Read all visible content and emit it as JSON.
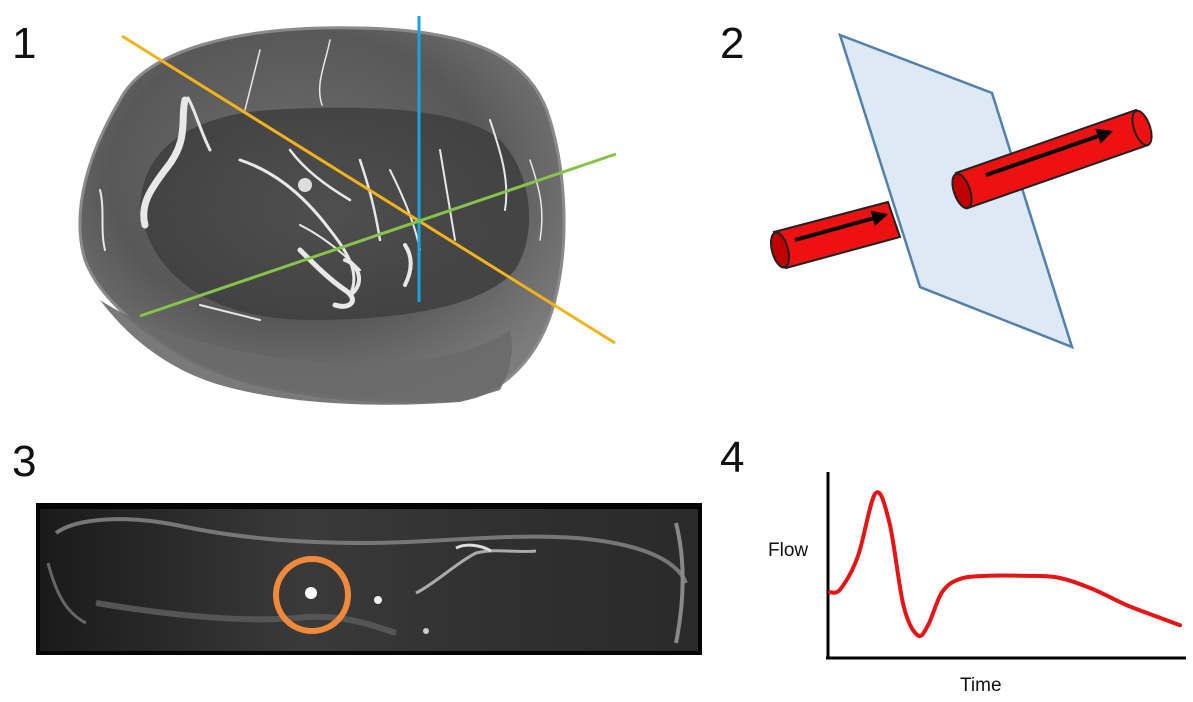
{
  "panels": {
    "p1": {
      "number": "1"
    },
    "p2": {
      "number": "2"
    },
    "p3": {
      "number": "3"
    },
    "p4": {
      "number": "4"
    }
  },
  "colors": {
    "orange_line": "#f5b21a",
    "blue_line": "#1aa3dc",
    "green_line": "#86c34a",
    "vessel_red": "#ee1111",
    "plane_fill": "#dce8f5",
    "plane_stroke": "#4a7aa8",
    "circle_orange": "#f08a3a",
    "curve_red": "#e61515"
  },
  "icons": {
    "brain": "brain-mra-render",
    "vessel": "vessel-cylinder",
    "plane": "imaging-plane",
    "slice": "mri-slice",
    "marker": "roi-circle"
  },
  "chart_data": {
    "type": "line",
    "xlabel": "Time",
    "ylabel": "Flow",
    "grid": false,
    "series": [
      {
        "x": [
          0,
          0.03,
          0.08,
          0.13,
          0.17,
          0.21,
          0.25,
          0.28,
          0.32,
          0.37,
          0.45,
          0.55,
          0.65,
          0.75,
          0.85,
          0.95,
          1.0
        ],
        "values": [
          0.38,
          0.4,
          0.6,
          0.98,
          0.8,
          0.3,
          0.12,
          0.18,
          0.38,
          0.46,
          0.48,
          0.48,
          0.47,
          0.4,
          0.3,
          0.22,
          0.18
        ]
      }
    ]
  }
}
